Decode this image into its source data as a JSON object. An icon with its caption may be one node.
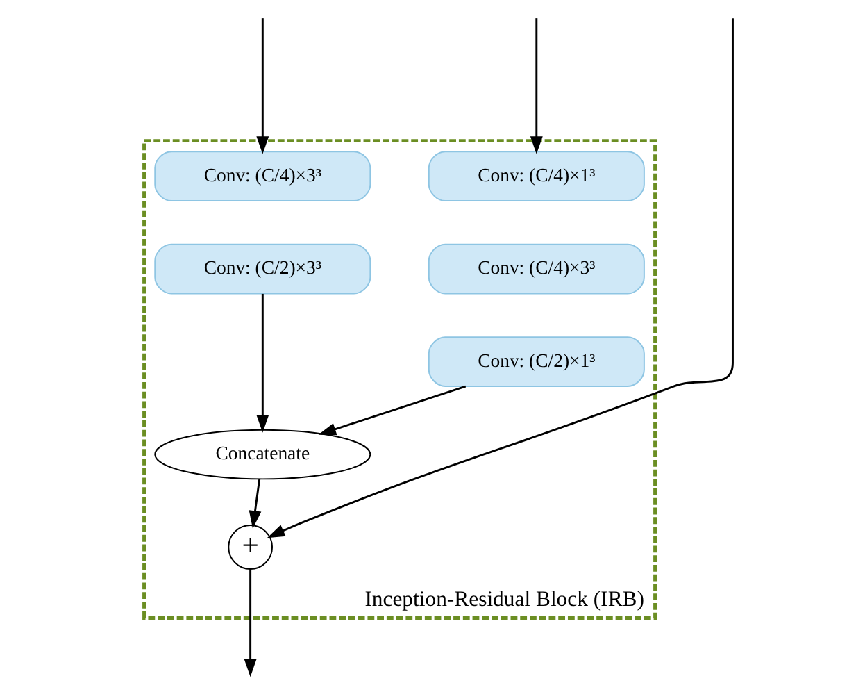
{
  "diagram": {
    "nodes": [
      {
        "text": [
          "Inception-Residual Block (IRB)"
        ]
      },
      {
        "text": [
          "Conv: (C/4)×3³"
        ],
        "in": 0
      },
      {
        "text": [
          "Conv: (C/2)×3³"
        ],
        "in": 0
      },
      {
        "text": [
          "Conv: (C/4)×1³"
        ],
        "in": 0
      },
      {
        "text": [
          "Conv: (C/4)×3³"
        ],
        "in": 0
      },
      {
        "text": [
          "Conv: (C/2)×1³"
        ],
        "in": 0
      },
      {
        "text": [
          "Concatenate"
        ],
        "in": 0
      },
      {
        "text": [
          "+"
        ],
        "in": 0
      }
    ],
    "edges": [
      {
        "from": null,
        "to": 1,
        "arrow": "to"
      },
      {
        "from": null,
        "to": 3,
        "arrow": "to"
      },
      {
        "from": null,
        "to": 7,
        "arrow": "to"
      },
      {
        "from": 2,
        "to": 6,
        "arrow": "to"
      },
      {
        "from": 5,
        "to": 6,
        "arrow": "to"
      },
      {
        "from": 6,
        "to": 7,
        "arrow": "to"
      },
      {
        "from": 7,
        "to": null,
        "arrow": "to"
      }
    ]
  }
}
